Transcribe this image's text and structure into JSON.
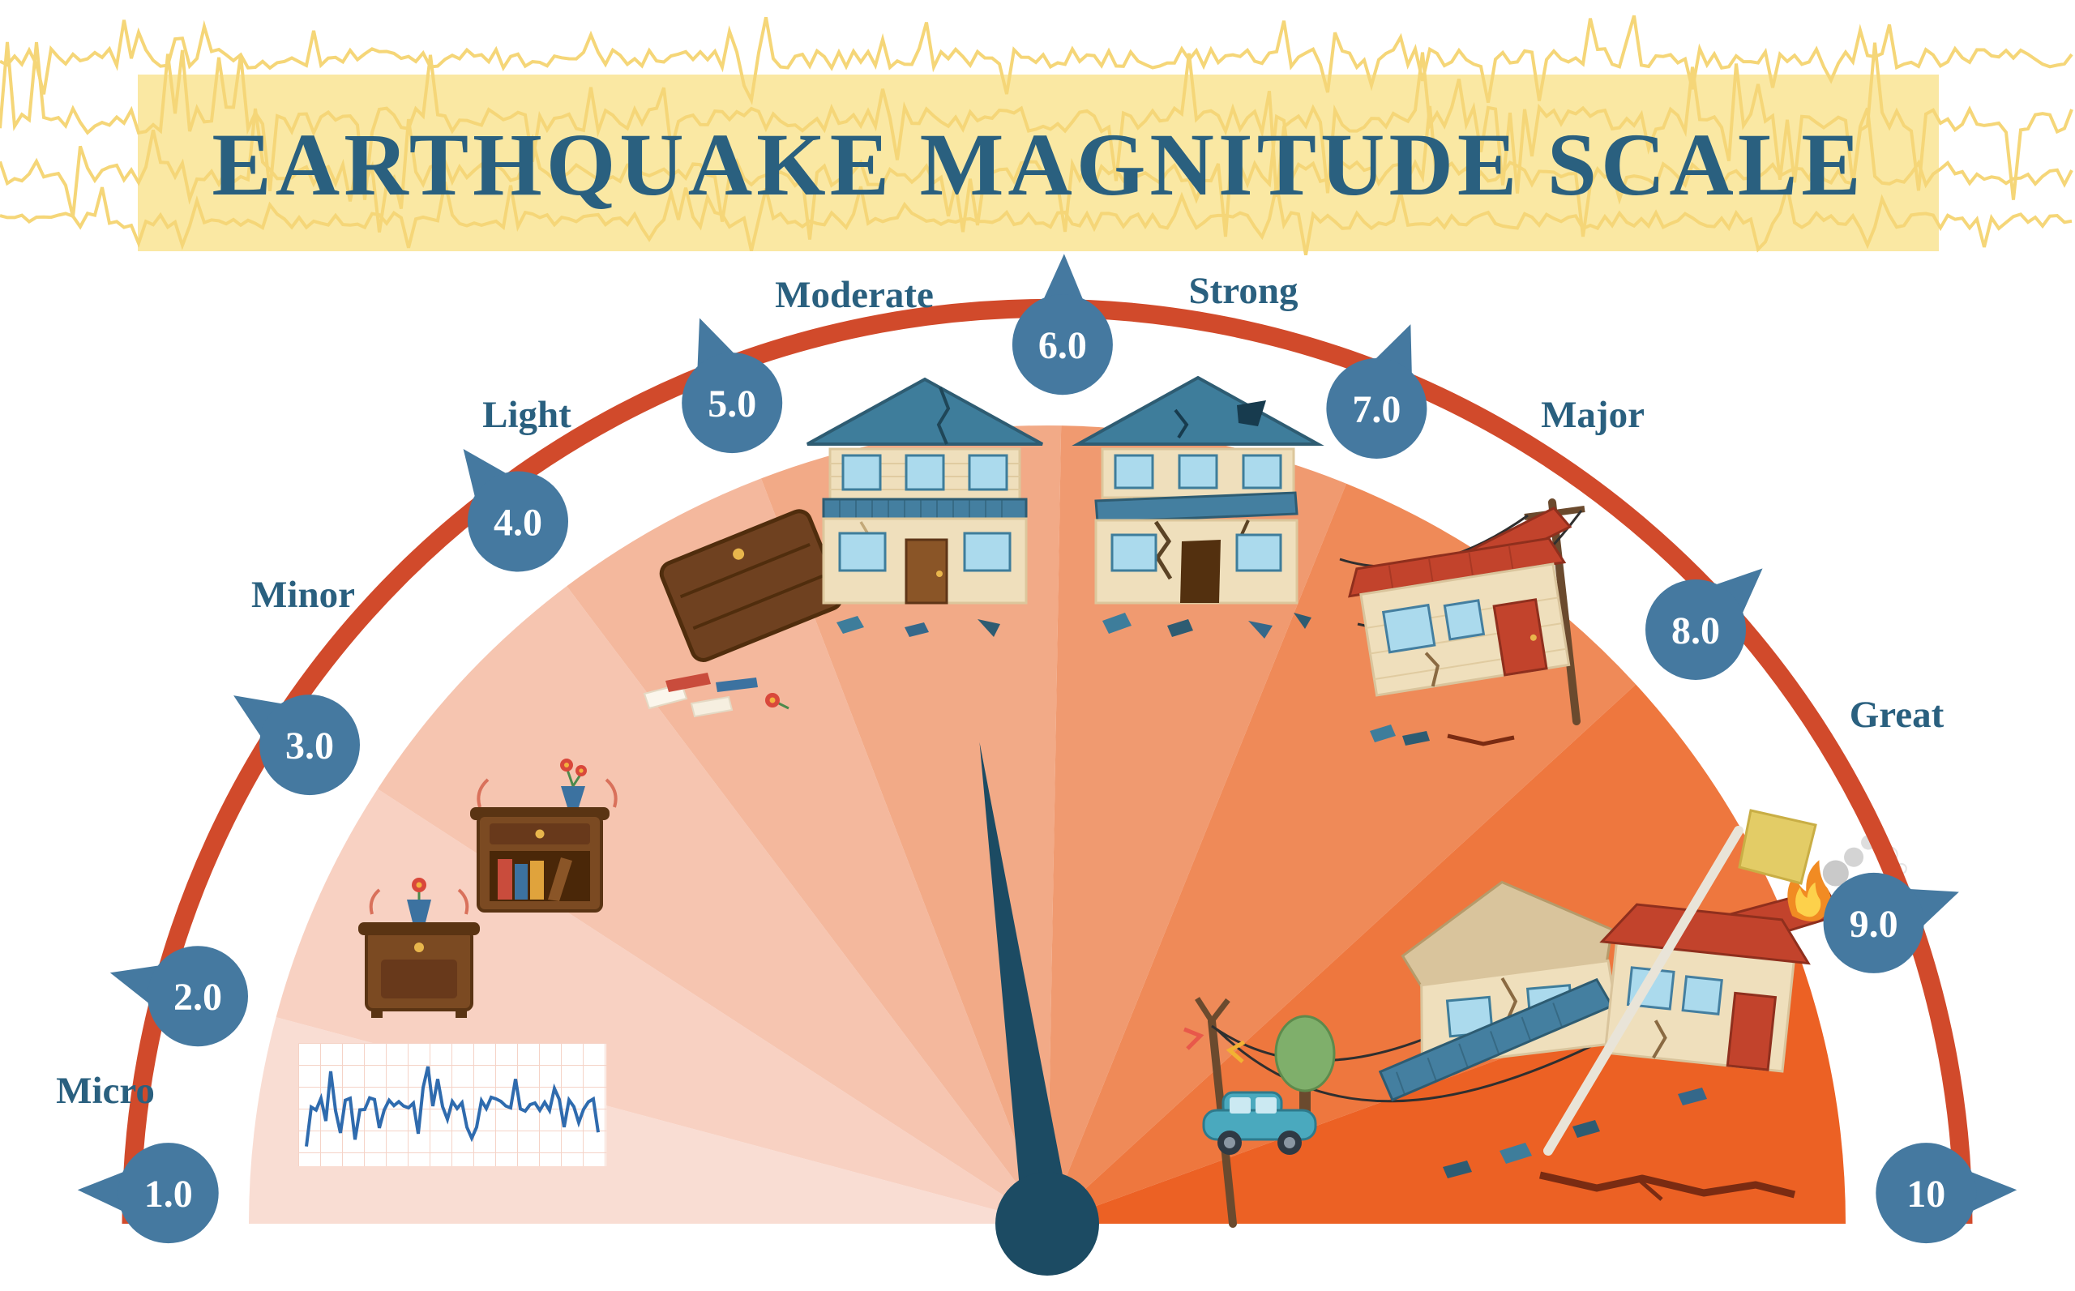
{
  "banner": {
    "title": "EARTHQUAKE MAGNITUDE SCALE"
  },
  "categories": [
    {
      "label": "Micro"
    },
    {
      "label": "Minor"
    },
    {
      "label": "Light"
    },
    {
      "label": "Moderate"
    },
    {
      "label": "Strong"
    },
    {
      "label": "Major"
    },
    {
      "label": "Great"
    }
  ],
  "markers": [
    {
      "label": "1.0"
    },
    {
      "label": "2.0"
    },
    {
      "label": "3.0"
    },
    {
      "label": "4.0"
    },
    {
      "label": "5.0"
    },
    {
      "label": "6.0"
    },
    {
      "label": "7.0"
    },
    {
      "label": "8.0"
    },
    {
      "label": "9.0"
    },
    {
      "label": "10"
    }
  ],
  "illustrations": [
    {
      "name": "seismograph-trace"
    },
    {
      "name": "shaking-nightstand-small"
    },
    {
      "name": "shaking-nightstand-large"
    },
    {
      "name": "fallen-dresser-with-spilled-items"
    },
    {
      "name": "house-moderate-damage"
    },
    {
      "name": "house-strong-damage"
    },
    {
      "name": "tilted-house-with-power-pole"
    },
    {
      "name": "collapsed-burning-houses-with-car"
    }
  ],
  "colors": {
    "background": "#FFFFFF",
    "banner_bg": "#FAE8A3",
    "wave": "#F5D678",
    "title_text": "#2A607F",
    "category_text": "#2A607F",
    "marker_bg": "#4579A0",
    "marker_text": "#FFFFFF",
    "arc": "#D14A2B",
    "needle": "#1C4B63",
    "wedges": [
      "#F9DDD3",
      "#F8D1C2",
      "#F6C5B0",
      "#F4B89D",
      "#F2AA87",
      "#F09A70",
      "#EF8A58",
      "#EE773E",
      "#EC6124"
    ]
  }
}
